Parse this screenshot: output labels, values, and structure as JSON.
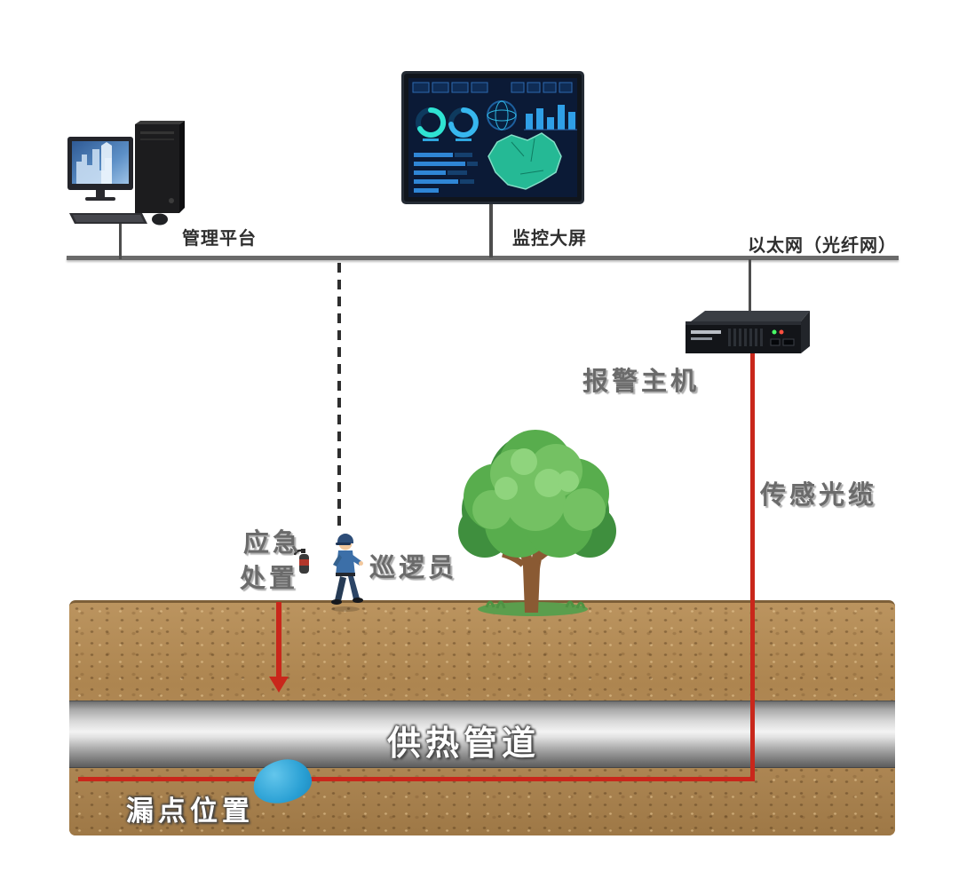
{
  "labels": {
    "management_platform": "管理平台",
    "monitoring_screen": "监控大屏",
    "ethernet": "以太网（光纤网）",
    "alarm_host": "报警主机",
    "sensing_cable": "传感光缆",
    "emergency_top": "应急",
    "emergency_bottom": "处置",
    "patrol_officer": "巡逻员",
    "heating_pipeline": "供热管道",
    "leak_location": "漏点位置"
  },
  "colors": {
    "cable_red": "#c9271b",
    "ground_brown": "#b08a56",
    "pipe_gray": "#d8d8d8",
    "leak_blue": "#2aa0d4",
    "network_line_gray": "#6a6a6a",
    "tree_green": "#58ad4d",
    "dashboard_teal": "#2fe3d2"
  },
  "icons": {
    "computer": "desktop-computer-icon",
    "dashboard": "dashboard-screen-icon",
    "alarm_device": "alarm-host-device-icon",
    "tree": "tree-icon",
    "patrol_person": "patrol-officer-icon",
    "emergency": "fire-extinguisher-icon",
    "leak": "leak-drop-icon"
  }
}
